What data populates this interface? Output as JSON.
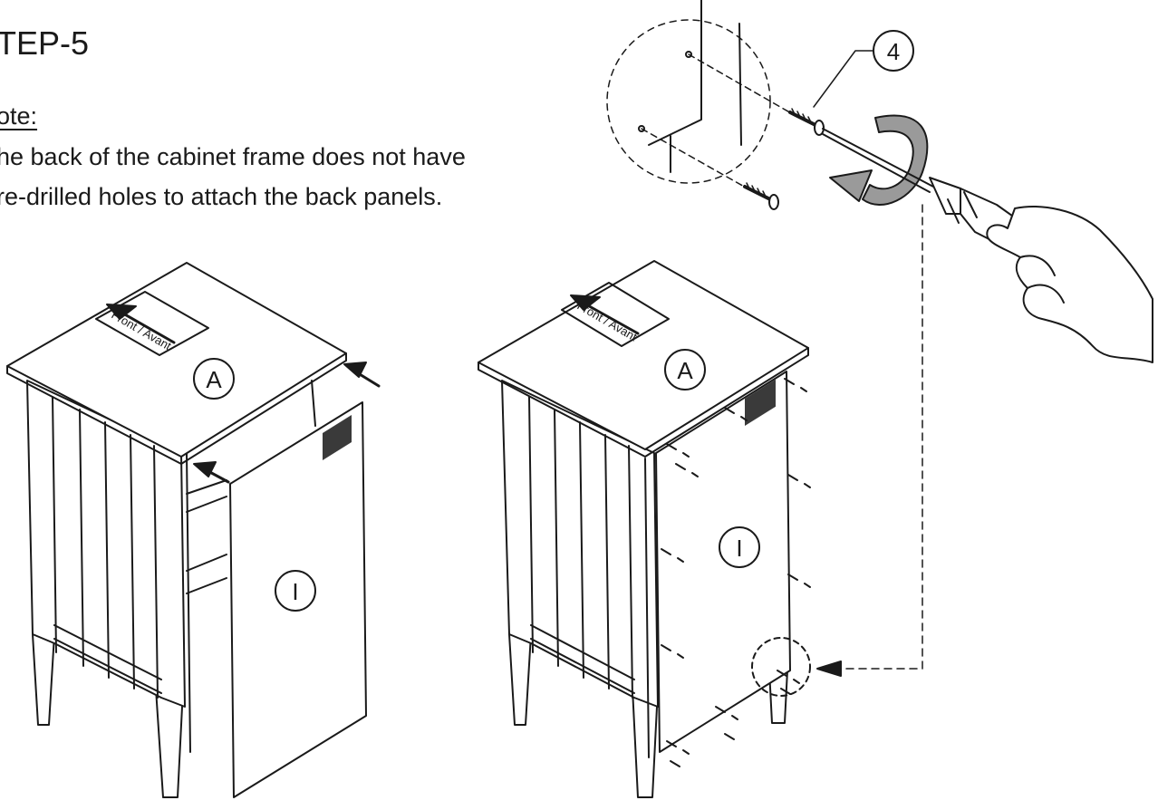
{
  "step": {
    "title": "TEP-5",
    "note_label": "ote:",
    "note_line_1": "he back of the cabinet frame does not have",
    "note_line_2": "re-drilled holes to attach the back panels."
  },
  "callouts": {
    "screw": "4",
    "top_left": "A",
    "top_right": "A",
    "panel_left": "I",
    "panel_right": "I"
  },
  "labels": {
    "front_left": "Front / Avant",
    "front_right": "Front / Avant"
  },
  "colors": {
    "line": "#1a1a1a",
    "fill": "#ffffff",
    "dark": "#3a3a3a",
    "gray": "#9a9a9a"
  }
}
